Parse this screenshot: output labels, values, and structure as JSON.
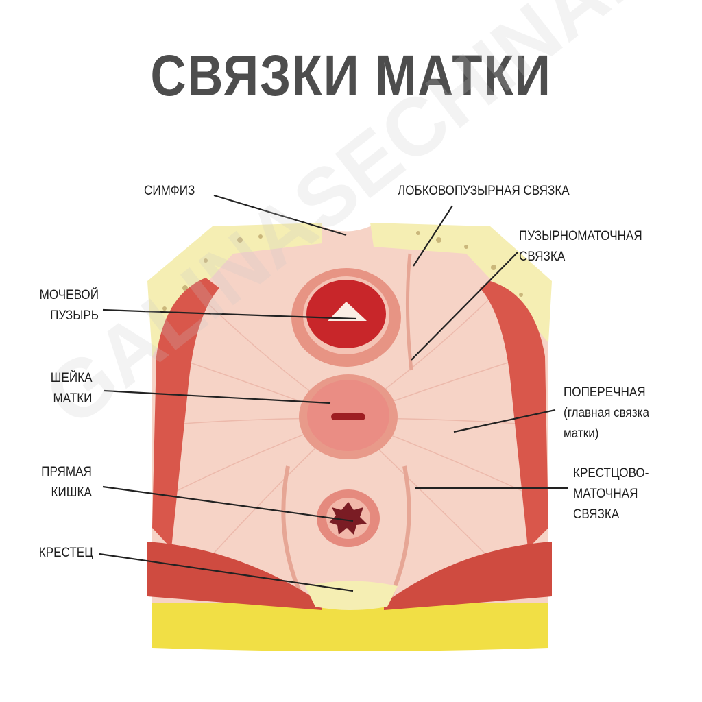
{
  "title": "СВЯЗКИ МАТКИ",
  "watermark": "GALINASECHINA.RU",
  "labels": {
    "symphysis": [
      "СИМФИЗ"
    ],
    "pubovesical": [
      "ЛОБКОВОПУЗЫРНАЯ СВЯЗКА"
    ],
    "vesicouterine": [
      "ПУЗЫРНОМАТОЧНАЯ",
      "СВЯЗКА"
    ],
    "bladder": [
      "МОЧЕВОЙ",
      "ПУЗЫРЬ"
    ],
    "cervix": [
      "ШЕЙКА",
      "МАТКИ"
    ],
    "cardinal": [
      "ПОПЕРЕЧНАЯ",
      "(главная связка",
      "матки)"
    ],
    "rectum": [
      "ПРЯМАЯ",
      "КИШКА"
    ],
    "uterosacral": [
      "КРЕСТЦОВО-",
      "МАТОЧНАЯ",
      "СВЯЗКА"
    ],
    "sacrum": [
      "КРЕСТЕЦ"
    ]
  },
  "colors": {
    "title": "#4d4d4d",
    "bone": "#f5eeb3",
    "muscle": "#d9574b",
    "tissue": "#f6d3c6",
    "fat": "#f1df45"
  }
}
